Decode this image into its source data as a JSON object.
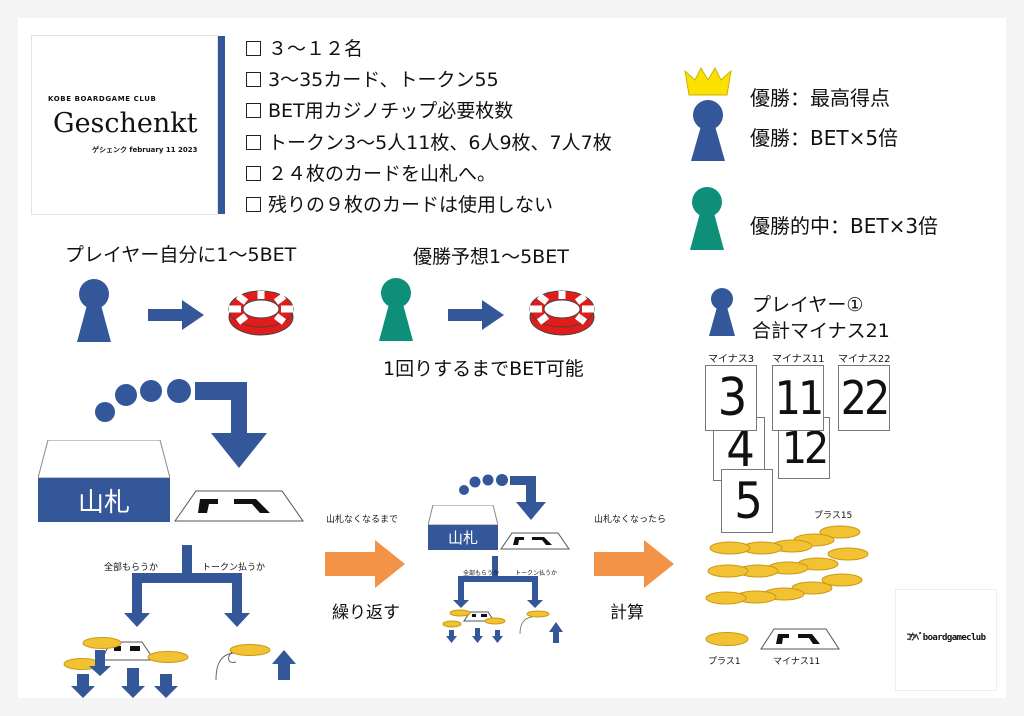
{
  "logo": {
    "club": "KOBE BOARDGAME CLUB",
    "title": "Geschenkt",
    "subtitle": "ゲシェンク february 11 2023"
  },
  "rules": [
    "３〜１２名",
    "3〜35カード、トークン55",
    "BET用カジノチップ必要枚数",
    "トークン3〜5人11枚、6人9枚、7人7枚",
    "２４枚のカードを山札へ。",
    "残りの９枚のカードは使用しない"
  ],
  "legend": {
    "win_label": "優勝：最高得点",
    "win_bet": "優勝：BET×5倍",
    "predict_bet": "優勝的中：BET×3倍"
  },
  "bets": {
    "self_bet": "プレイヤー自分に1〜5BET",
    "predict_bet": "優勝予想1〜5BET",
    "until_round": "1回りするまでBET可能"
  },
  "player": {
    "name": "プレイヤー①",
    "total": "合計マイナス21"
  },
  "cards": {
    "labels": [
      "マイナス3",
      "マイナス11",
      "マイナス22"
    ],
    "numbers": [
      "3",
      "11",
      "22",
      "4",
      "12",
      "5"
    ]
  },
  "flow": {
    "deck": "山札",
    "take": "全部もらうか",
    "pay": "トークン払うか",
    "until_empty": "山札なくなるまで",
    "repeat": "繰り返す",
    "after_empty": "山札なくなったら",
    "calc": "計算",
    "plus15": "プラス15",
    "plus1": "プラス1",
    "minus11": "マイナス11"
  },
  "brand": {
    "logo_text": "ｺｳﾍﾞboardgameclub"
  },
  "colors": {
    "blue": "#34579a",
    "teal": "#0e8f7a",
    "orange": "#f39347",
    "gold": "#f2c233",
    "crown": "#fce100",
    "chip_red": "#e21b1b"
  }
}
